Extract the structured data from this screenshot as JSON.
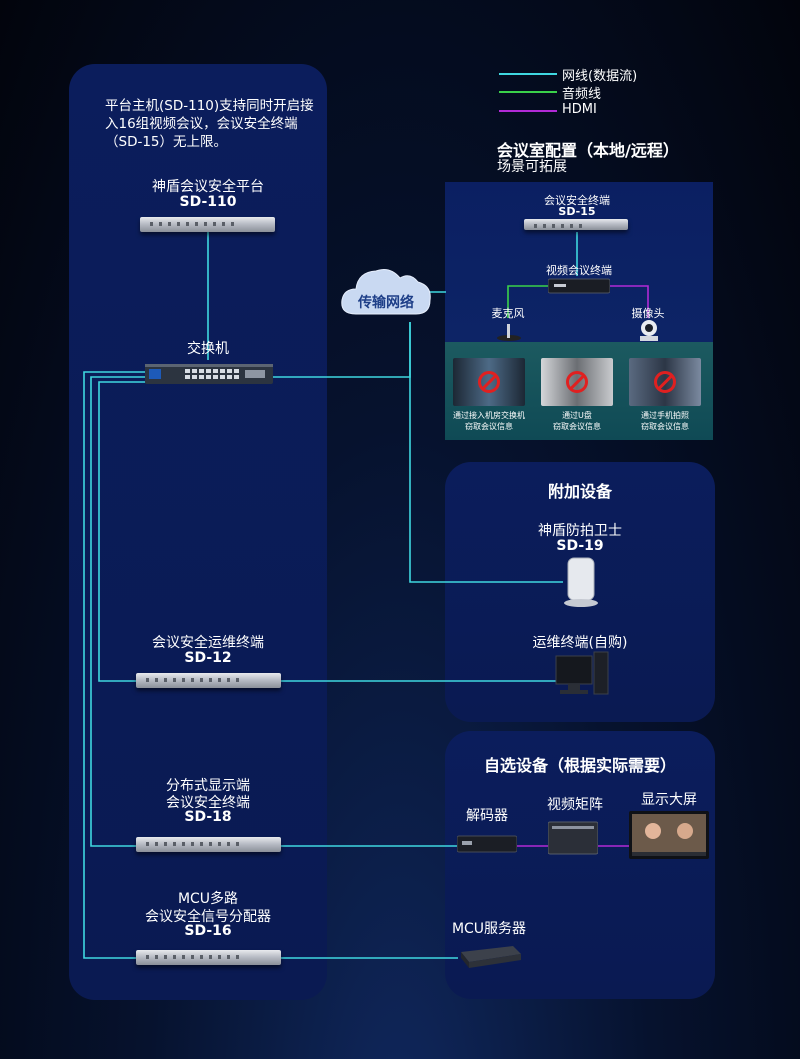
{
  "legend": [
    {
      "label": "网线(数据流)",
      "color": "#3fd7e0"
    },
    {
      "label": "音频线",
      "color": "#3ad14a"
    },
    {
      "label": "HDMI",
      "color": "#b12ad6"
    }
  ],
  "left_panel": {
    "intro": [
      "平台主机(SD-110)支持同时开启接",
      "入16组视频会议，会议安全终端",
      "（SD-15）无上限。"
    ],
    "platform": {
      "name": "神盾会议安全平台",
      "model": "SD-110"
    },
    "switch": {
      "name": "交换机"
    },
    "ops_terminal": {
      "name": "会议安全运维终端",
      "model": "SD-12"
    },
    "display_terminal": {
      "line1": "分布式显示端",
      "line2": "会议安全终端",
      "model": "SD-18"
    },
    "mcu_splitter": {
      "line1": "MCU多路",
      "line2": "会议安全信号分配器",
      "model": "SD-16"
    }
  },
  "cloud": {
    "label": "传输网络"
  },
  "room": {
    "title": "会议室配置（本地/远程）",
    "subtitle": "场景可拓展",
    "terminal": {
      "name": "会议安全终端",
      "model": "SD-15"
    },
    "video_terminal": "视频会议终端",
    "mic": "麦克风",
    "camera": "摄像头",
    "photos": [
      {
        "line1": "通过接入机房交换机",
        "line2": "窃取会议信息"
      },
      {
        "line1": "通过U盘",
        "line2": "窃取会议信息"
      },
      {
        "line1": "通过手机拍照",
        "line2": "窃取会议信息"
      }
    ]
  },
  "addon": {
    "title": "附加设备",
    "guard": {
      "name": "神盾防拍卫士",
      "model": "SD-19"
    },
    "ops_pc": "运维终端(自购)"
  },
  "optional": {
    "title": "自选设备（根据实际需要）",
    "decoder": "解码器",
    "matrix": "视频矩阵",
    "screen": "显示大屏",
    "mcu_server": "MCU服务器"
  }
}
